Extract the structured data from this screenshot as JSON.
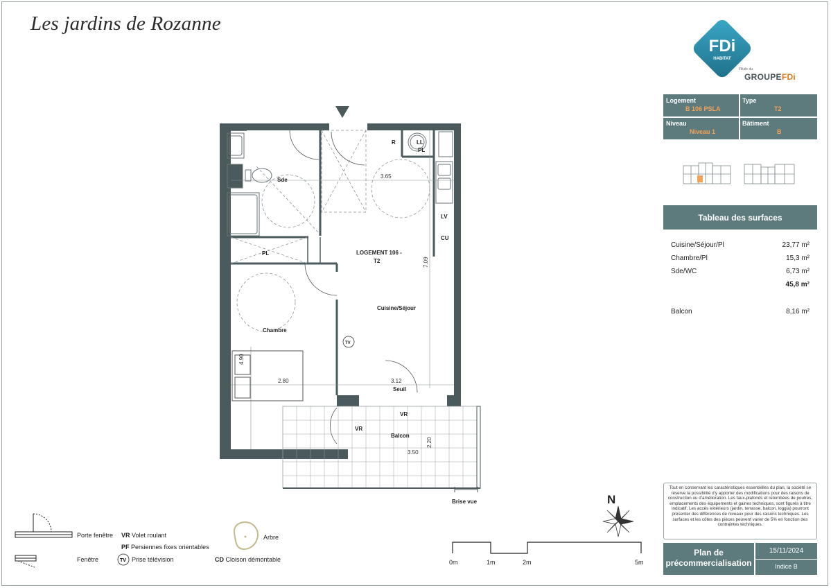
{
  "title": "Les jardins de Rozanne",
  "logo": {
    "brand": "FDi",
    "sub": "HABITAT",
    "filiale": "Filiale du",
    "groupe_a": "GROUPE",
    "groupe_b": "FDi"
  },
  "info": {
    "logement_label": "Logement",
    "logement_value": "B 106 PSLA",
    "type_label": "Type",
    "type_value": "T2",
    "niveau_label": "Niveau",
    "niveau_value": "Niveau 1",
    "batiment_label": "Bâtiment",
    "batiment_value": "B"
  },
  "surfaces": {
    "title": "Tableau des surfaces",
    "rows": [
      {
        "label": "Cuisine/Séjour/Pl",
        "value": "23,77 m²"
      },
      {
        "label": "Chambre/Pl",
        "value": "15,3 m²"
      },
      {
        "label": "Sde/WC",
        "value": "6,73 m²"
      }
    ],
    "total": "45,8 m²",
    "balcon_label": "Balcon",
    "balcon_value": "8,16 m²"
  },
  "note": "Tout en conservant les caractéristiques essentielles du plan, la société se réserve la possibilité d'y apporter des modifications pour des raisons de construction ou d'amélioration. Les faux-plafonds et retombées de poutres, emplacements des équipements et gaines techniques, sont figurés à titre indicatif. Les accès extérieurs (jardin, terrasse, balcon, loggia) pourront présenter des différences de niveaux pour des raisons techniques. Les surfaces et les côtes des pièces peuvent varier de 5% en fonction des contraintes techniques.",
  "footer": {
    "plan_line1": "Plan de",
    "plan_line2": "précommercialisation",
    "date": "15/11/2024",
    "indice": "Indice B"
  },
  "plan": {
    "logement_line1": "LOGEMENT 106 -",
    "logement_line2": "T2",
    "rooms": {
      "sde": "Sde",
      "pl": "PL",
      "chambre": "Chambre",
      "cuisine": "Cuisine/Séjour",
      "balcon": "Balcon",
      "seuil": "Seuil",
      "r": "R",
      "ll": "LL",
      "pl2": "PL",
      "lv": "LV",
      "cu": "CU",
      "tv": "TV",
      "vr1": "VR",
      "vr2": "VR",
      "brise": "Brise vue"
    },
    "dims": {
      "d365": "3.65",
      "d709": "7.09",
      "d280": "2.80",
      "d312": "3.12",
      "d490": "4.90",
      "d220": "2.20",
      "d350": "3.50"
    }
  },
  "legend": {
    "porte_fenetre": "Porte fenêtre",
    "fenetre": "Fenêtre",
    "vr_code": "VR",
    "vr_text": "Volet roulant",
    "pf_code": "PF",
    "pf_text": "Persiennes fixes orientables",
    "tv_code": "TV",
    "tv_text": "Prise télévision",
    "arbre": "Arbre",
    "cd_code": "CD",
    "cd_text": "Cloison démontable"
  },
  "compass": "N",
  "scale": [
    "0m",
    "1m",
    "2m",
    "5m"
  ],
  "colors": {
    "panel": "#5d7a7d",
    "accent": "#f3a256",
    "wall": "#4a5a5d"
  }
}
